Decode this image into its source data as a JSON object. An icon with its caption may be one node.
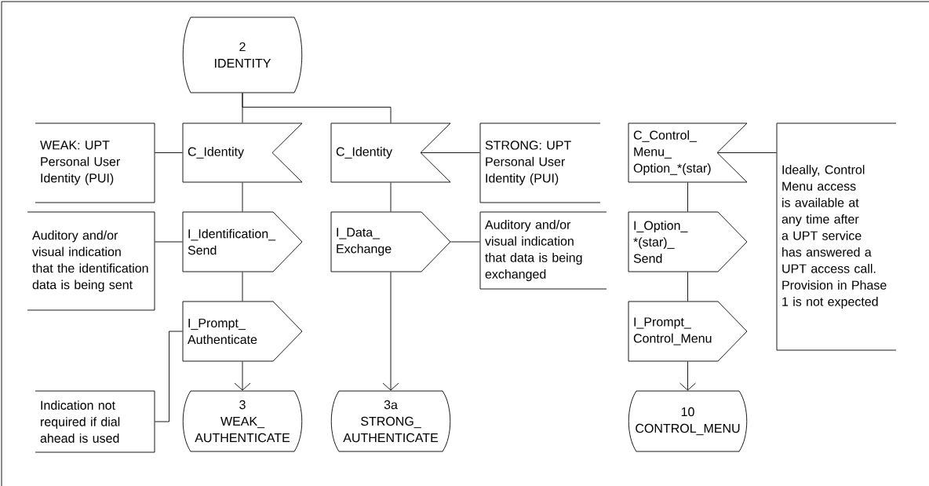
{
  "diagram": {
    "nodes": [
      {
        "text": [
          "2",
          "IDENTITY"
        ]
      },
      {
        "text": [
          "WEAK: UPT Personal User Identity (PUI)"
        ]
      },
      {
        "text": [
          "C_Identity"
        ]
      },
      {
        "text": [
          "Auditory and/or visual indication that the identification data is being sent"
        ]
      },
      {
        "text": [
          "I_Identification_ Send"
        ]
      },
      {
        "text": [
          "I_Prompt_ Authenticate"
        ]
      },
      {
        "text": [
          "Indication not required if dial ahead is used"
        ]
      },
      {
        "text": [
          "3",
          "WEAK_ AUTHENTICATE"
        ]
      },
      {
        "text": [
          "C_Identity"
        ]
      },
      {
        "text": [
          "STRONG: UPT Personal User Identity (PUI)"
        ]
      },
      {
        "text": [
          "I_Data_ Exchange"
        ]
      },
      {
        "text": [
          "Auditory and/or visual indication that data is being exchanged"
        ]
      },
      {
        "text": [
          "3a",
          "STRONG_ AUTHENTICATE"
        ]
      },
      {
        "text": [
          "C_Control_ Menu_ Option_*(star)"
        ]
      },
      {
        "text": [
          "Ideally, Control Menu access is available at any time after a UPT service has answered a UPT access call. Provision in Phase 1 is not expected"
        ]
      },
      {
        "text": [
          "I_Option_ *(star)_ Send"
        ]
      },
      {
        "text": [
          "I_Prompt_ Control_Menu"
        ]
      },
      {
        "text": [
          "10",
          "CONTROL_MENU"
        ]
      }
    ],
    "edges": [
      {
        "from": 0,
        "to": 2,
        "arrow": "none"
      },
      {
        "from": 0,
        "to": 8,
        "arrow": "none"
      },
      {
        "from": 2,
        "to": 1,
        "arrow": "none"
      },
      {
        "from": 2,
        "to": 4,
        "arrow": "none"
      },
      {
        "from": 4,
        "to": 3,
        "arrow": "none"
      },
      {
        "from": 4,
        "to": 5,
        "arrow": "none"
      },
      {
        "from": 5,
        "to": 6,
        "arrow": "none"
      },
      {
        "from": 5,
        "to": 7,
        "arrow": "to"
      },
      {
        "from": 8,
        "to": 9,
        "arrow": "none"
      },
      {
        "from": 8,
        "to": 10,
        "arrow": "none"
      },
      {
        "from": 10,
        "to": 11,
        "arrow": "none"
      },
      {
        "from": 10,
        "to": 12,
        "arrow": "to"
      },
      {
        "from": 13,
        "to": 14,
        "arrow": "none"
      },
      {
        "from": 13,
        "to": 15,
        "arrow": "none"
      },
      {
        "from": 15,
        "to": 16,
        "arrow": "none"
      },
      {
        "from": 16,
        "to": 17,
        "arrow": "to"
      }
    ]
  }
}
